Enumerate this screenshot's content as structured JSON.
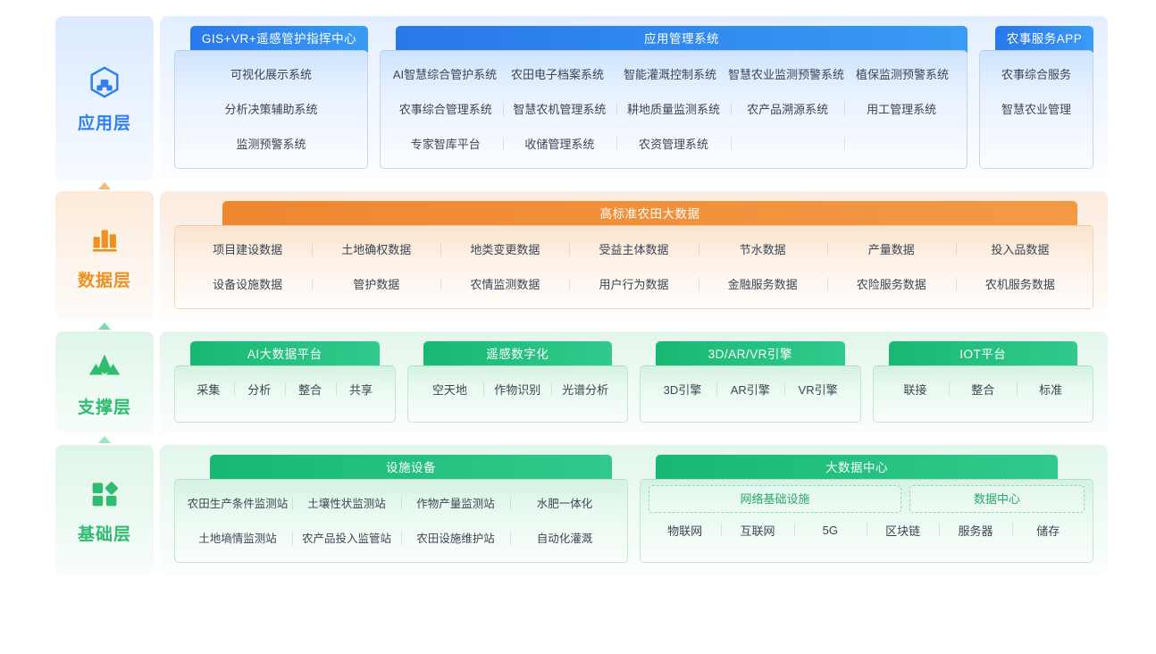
{
  "layers": [
    {
      "key": "application",
      "label": "应用层",
      "icon": "cube-icon",
      "color": "#2f80ed",
      "cards": [
        {
          "title": "GIS+VR+遥感管护指挥中心",
          "rows": [
            [
              "可视化展示系统"
            ],
            [
              "分析决策辅助系统"
            ],
            [
              "监测预警系统"
            ]
          ]
        },
        {
          "title": "应用管理系统",
          "rows": [
            [
              "AI智慧综合管护系统",
              "农田电子档案系统",
              "智能灌溉控制系统",
              "智慧农业监测预警系统",
              "植保监测预警系统"
            ],
            [
              "农事综合管理系统",
              "智慧农机管理系统",
              "耕地质量监测系统",
              "农产品溯源系统",
              "用工管理系统"
            ],
            [
              "专家智库平台",
              "收储管理系统",
              "农资管理系统",
              "",
              ""
            ]
          ]
        },
        {
          "title": "农事服务APP",
          "rows": [
            [
              "农事综合服务"
            ],
            [
              "智慧农业管理"
            ],
            [
              ""
            ]
          ]
        }
      ]
    },
    {
      "key": "data",
      "label": "数据层",
      "icon": "bar-chart-icon",
      "color": "#ed9121",
      "cards": [
        {
          "title": "高标准农田大数据",
          "rows": [
            [
              "项目建设数据",
              "土地确权数据",
              "地类变更数据",
              "受益主体数据",
              "节水数据",
              "产量数据",
              "投入品数据"
            ],
            [
              "设备设施数据",
              "管护数据",
              "农情监测数据",
              "用户行为数据",
              "金融服务数据",
              "农险服务数据",
              "农机服务数据"
            ]
          ]
        }
      ]
    },
    {
      "key": "support",
      "label": "支撑层",
      "icon": "mountain-icon",
      "color": "#2fbc6f",
      "cards": [
        {
          "title": "AI大数据平台",
          "rows": [
            [
              "采集",
              "分析",
              "整合",
              "共享"
            ]
          ]
        },
        {
          "title": "遥感数字化",
          "rows": [
            [
              "空天地",
              "作物识别",
              "光谱分析"
            ]
          ]
        },
        {
          "title": "3D/AR/VR引擎",
          "rows": [
            [
              "3D引擎",
              "AR引擎",
              "VR引擎"
            ]
          ]
        },
        {
          "title": "IOT平台",
          "rows": [
            [
              "联接",
              "整合",
              "标准"
            ]
          ]
        }
      ]
    },
    {
      "key": "foundation",
      "label": "基础层",
      "icon": "blocks-icon",
      "color": "#2fbc6f",
      "cards": [
        {
          "title": "设施设备",
          "rows": [
            [
              "农田生产条件监测站",
              "土壤性状监测站",
              "作物产量监测站",
              "水肥一体化"
            ],
            [
              "土地墒情监测站",
              "农产品投入监管站",
              "农田设施维护站",
              "自动化灌溉"
            ]
          ]
        },
        {
          "title": "大数据中心",
          "subboxes": [
            "网络基础设施",
            "数据中心"
          ],
          "rows": [
            [
              "物联网",
              "互联网",
              "5G",
              "区块链",
              "服务器",
              "储存"
            ]
          ]
        }
      ]
    }
  ]
}
